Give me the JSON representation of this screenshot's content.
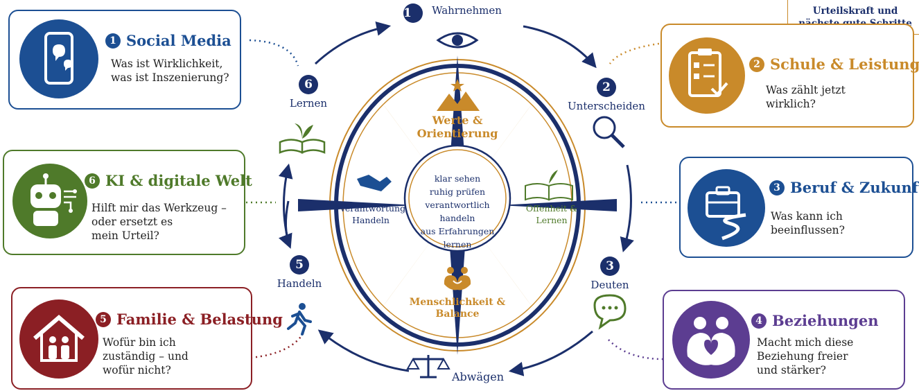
{
  "colors": {
    "navy": "#1b2f6b",
    "gold": "#c98a2a",
    "green": "#4f7a2a",
    "red": "#8b1f24",
    "purple": "#5c3d91",
    "blue": "#1c4f93"
  },
  "top_note": {
    "line1": "Urteilskraft und",
    "line2": "nächste gute Schritte"
  },
  "steps": [
    {
      "num": "1",
      "label": "Wahrnehmen",
      "icon": "eye-icon"
    },
    {
      "num": "2",
      "label": "Unterscheiden",
      "icon": "magnifier-icon"
    },
    {
      "num": "3",
      "label": "Deuten",
      "icon": "speech-bubble-icon"
    },
    {
      "num": "",
      "label": "Abwägen",
      "icon": "scales-icon"
    },
    {
      "num": "5",
      "label": "Handeln",
      "icon": "running-person-icon"
    },
    {
      "num": "6",
      "label": "Lernen",
      "icon": "book-plant-icon"
    }
  ],
  "compass": {
    "north": {
      "line1": "Werte &",
      "line2": "Orientierung",
      "icon": "mountain-star-icon"
    },
    "west": {
      "line1": "Verantwortung",
      "line2": "Handeln",
      "icon": "handshake-icon"
    },
    "east": {
      "line1": "Offenheit &",
      "line2": "Lernen",
      "icon": "open-book-plant-icon"
    },
    "south": {
      "line1": "Menschlichkeit &",
      "line2": "Balance",
      "icon": "people-heart-icon"
    },
    "center": [
      "klar sehen",
      "ruhig prüfen",
      "verantwortlich handeln",
      "aus Erfahrungen lernen"
    ]
  },
  "cards": [
    {
      "id": "social",
      "num": "1",
      "title": "Social Media",
      "lines": [
        "Was ist Wirklichkeit,",
        "was ist Inszenierung?"
      ],
      "icon": "smartphone-icon"
    },
    {
      "id": "schule",
      "num": "2",
      "title": "Schule & Leistung",
      "lines": [
        "Was zählt jetzt",
        "wirklich?"
      ],
      "icon": "clipboard-check-icon"
    },
    {
      "id": "beruf",
      "num": "3",
      "title": "Beruf & Zukunft",
      "lines": [
        "Was kann ich",
        "beeinflussen?"
      ],
      "icon": "briefcase-path-icon"
    },
    {
      "id": "beziehungen",
      "num": "4",
      "title": "Beziehungen",
      "lines": [
        "Macht mich diese",
        "Beziehung freier",
        "und stärker?"
      ],
      "icon": "hug-heart-icon"
    },
    {
      "id": "familie",
      "num": "5",
      "title": "Familie & Belastung",
      "lines": [
        "Wofür bin ich",
        "zuständig – und",
        "wofür nicht?"
      ],
      "icon": "house-family-icon"
    },
    {
      "id": "ki",
      "num": "6",
      "title": "KI & digitale Welt",
      "lines": [
        "Hilft mir das Werkzeug –",
        "oder ersetzt es",
        "mein Urteil?"
      ],
      "icon": "robot-icon"
    }
  ]
}
